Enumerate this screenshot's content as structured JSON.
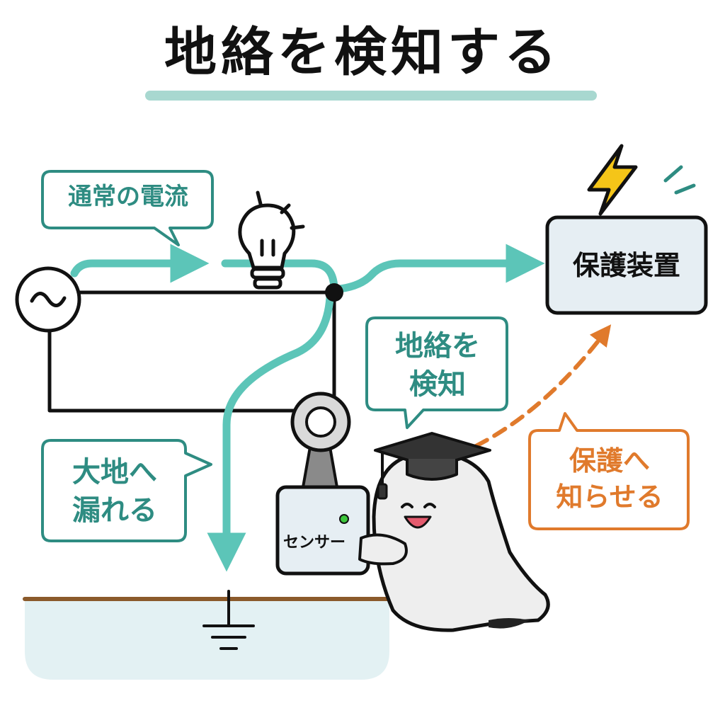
{
  "title": "地絡を検知する",
  "labels": {
    "normal_current": "通常の電流",
    "detect": "地絡を\n検知",
    "leak_to_ground": "大地へ\n漏れる",
    "protection_device": "保護装置",
    "notify_protection": "保護へ\n知らせる",
    "sensor": "センサー"
  },
  "colors": {
    "teal": "#5cc5b8",
    "teal_text": "#2e8c82",
    "orange": "#e07a2c",
    "line": "#111111",
    "ground": "#8b5a2b",
    "ground_fill": "#e3f1f3",
    "device_fill": "#e6eef3",
    "bolt": "#f5c518"
  },
  "icons": [
    "ac-source-icon",
    "light-bulb-icon",
    "lightning-icon",
    "current-sensor-icon",
    "ground-symbol-icon",
    "ghost-mascot-icon",
    "graduation-cap-icon"
  ]
}
